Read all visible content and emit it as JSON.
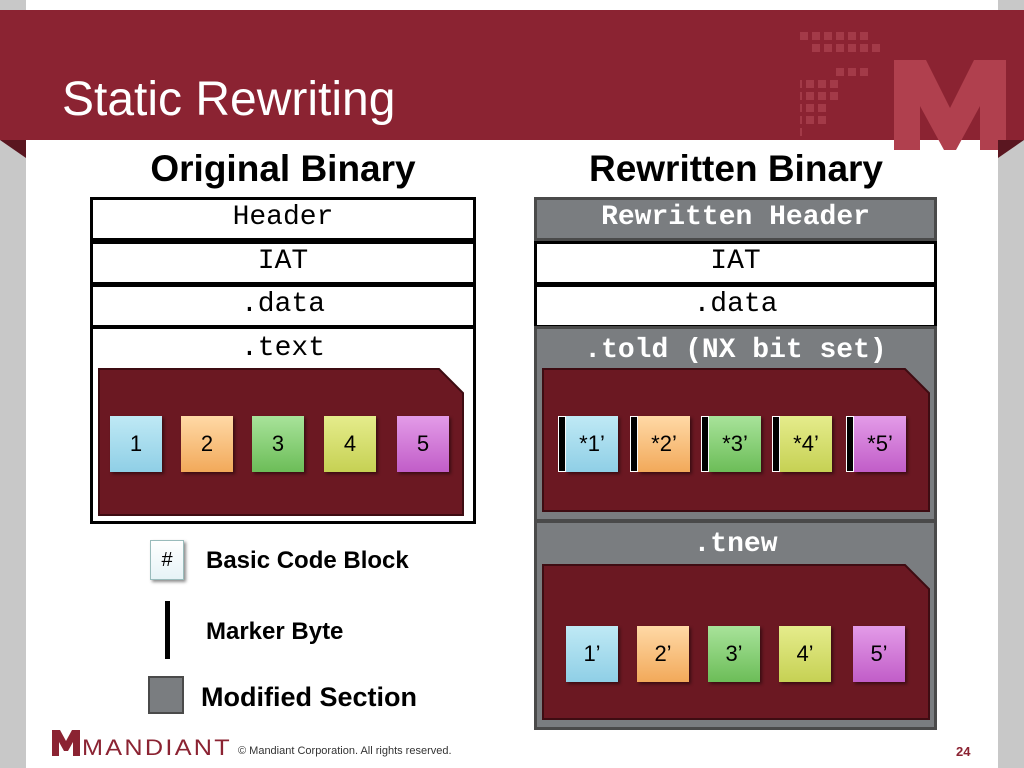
{
  "slide": {
    "title": "Static Rewriting",
    "page_number": "24",
    "copyright": "© Mandiant Corporation. All rights reserved.",
    "logo_text": "MANDIANT"
  },
  "original": {
    "title": "Original Binary",
    "sections": {
      "header": "Header",
      "iat": "IAT",
      "data": ".data",
      "text": ".text"
    },
    "blocks": [
      "1",
      "2",
      "3",
      "4",
      "5"
    ]
  },
  "rewritten": {
    "title": "Rewritten Binary",
    "sections": {
      "header": "Rewritten Header",
      "iat": "IAT",
      "data": ".data",
      "told": ".told (NX bit set)",
      "tnew": ".tnew"
    },
    "told_blocks": [
      "*1’",
      "*2’",
      "*3’",
      "*4’",
      "*5’"
    ],
    "tnew_blocks": [
      "1’",
      "2’",
      "3’",
      "4’",
      "5’"
    ]
  },
  "legend": {
    "block_symbol": "#",
    "block_label": "Basic Code Block",
    "marker_label": "Marker Byte",
    "modified_label": "Modified Section"
  },
  "colors": {
    "brand": "#8b2332",
    "modified_section": "#7a7d80",
    "code_region": "#6b1822",
    "block_1": "#a6dcef",
    "block_2": "#f7bd79",
    "block_3": "#86cf74",
    "block_4": "#d4dc6a",
    "block_5": "#cf73d6"
  }
}
